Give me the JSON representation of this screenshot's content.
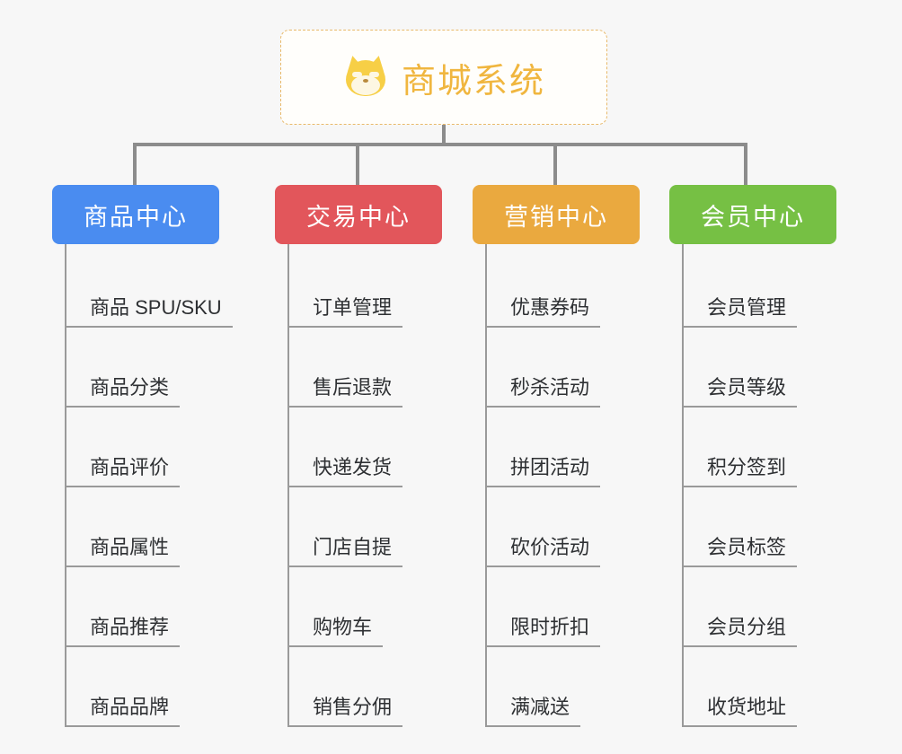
{
  "root": {
    "title": "商城系统",
    "icon": "shiba-dog-icon",
    "border_color": "#e8b96a",
    "text_color": "#f0b63f"
  },
  "connector_color": "#8c8c8c",
  "background_color": "#f7f7f7",
  "columns": [
    {
      "title": "商品中心",
      "color": "#4a8cf0",
      "items": [
        "商品 SPU/SKU",
        "商品分类",
        "商品评价",
        "商品属性",
        "商品推荐",
        "商品品牌"
      ]
    },
    {
      "title": "交易中心",
      "color": "#e2565b",
      "items": [
        "订单管理",
        "售后退款",
        "快递发货",
        "门店自提",
        "购物车",
        "销售分佣"
      ]
    },
    {
      "title": "营销中心",
      "color": "#eaa93f",
      "items": [
        "优惠券码",
        "秒杀活动",
        "拼团活动",
        "砍价活动",
        "限时折扣",
        "满减送"
      ]
    },
    {
      "title": "会员中心",
      "color": "#76c044",
      "items": [
        "会员管理",
        "会员等级",
        "积分签到",
        "会员标签",
        "会员分组",
        "收货地址"
      ]
    }
  ]
}
